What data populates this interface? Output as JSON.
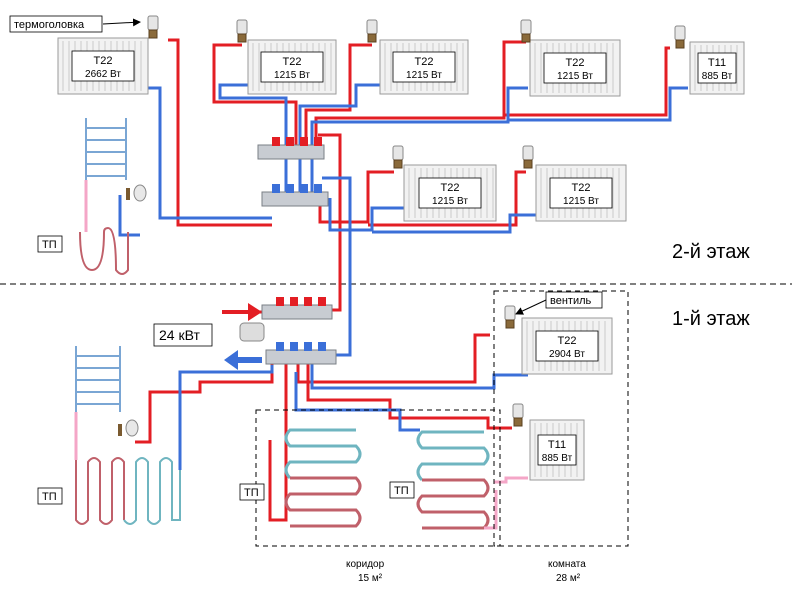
{
  "labels": {
    "thermo_head": "термоголовка",
    "valve": "вентиль",
    "floor2": "2-й этаж",
    "floor1": "1-й этаж",
    "power": "24 кВт",
    "tp": "ТП",
    "corridor": "коридор",
    "corridor_area": "15 м²",
    "room": "комната",
    "room_area": "28 м²"
  },
  "radiators": [
    {
      "type": "Т22",
      "power": "2662 Вт"
    },
    {
      "type": "Т22",
      "power": "1215 Вт"
    },
    {
      "type": "Т22",
      "power": "1215 Вт"
    },
    {
      "type": "Т22",
      "power": "1215 Вт"
    },
    {
      "type": "Т11",
      "power": "885 Вт"
    },
    {
      "type": "Т22",
      "power": "1215 Вт"
    },
    {
      "type": "Т22",
      "power": "1215 Вт"
    },
    {
      "type": "Т22",
      "power": "2904 Вт"
    },
    {
      "type": "Т11",
      "power": "885 Вт"
    }
  ],
  "colors": {
    "supply": "#e31e24",
    "return": "#3b6fd8",
    "floor_pipe": "#f4a6c7"
  }
}
